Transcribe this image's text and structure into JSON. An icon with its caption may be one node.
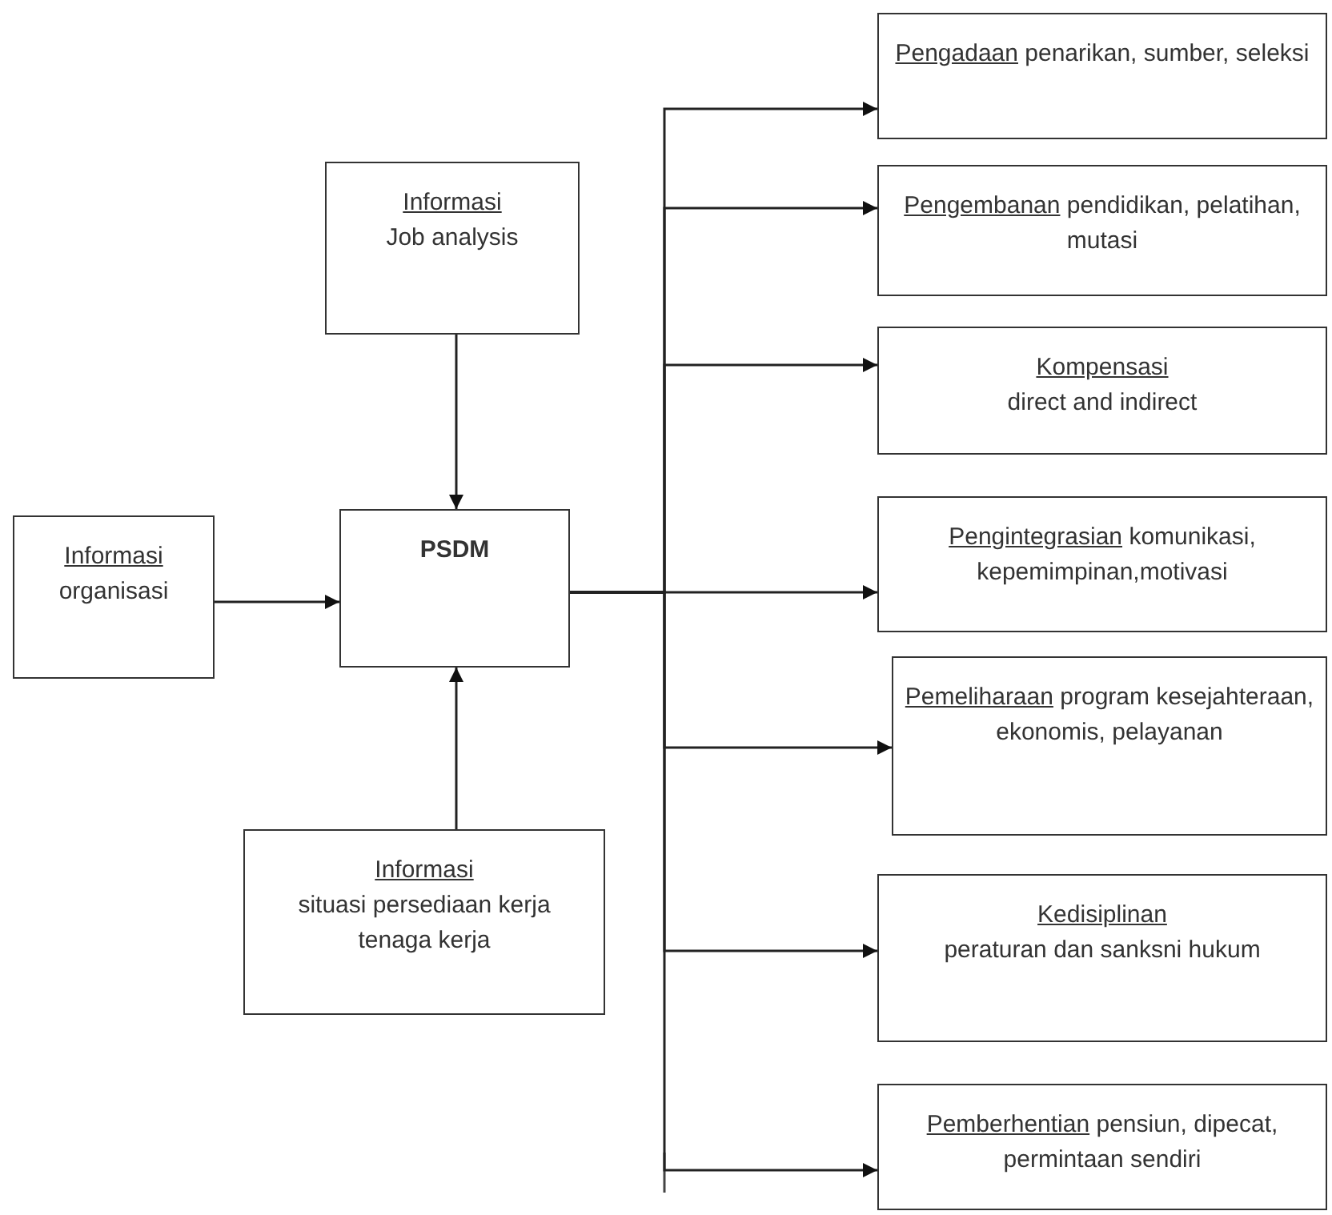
{
  "diagram": {
    "nodes": [
      {
        "text": [
          "Informasi",
          "Job analysis"
        ]
      },
      {
        "text": [
          "Informasi",
          "organisasi"
        ]
      },
      {
        "text": [
          "PSDM"
        ]
      },
      {
        "text": [
          "Informasi",
          "situasi persediaan kerja tenaga kerja"
        ]
      },
      {
        "text": [
          "Pengadaan",
          "penarikan, sumber, seleksi"
        ]
      },
      {
        "text": [
          "Pengembanan",
          "pendidikan, pelatihan, mutasi"
        ]
      },
      {
        "text": [
          "Kompensasi",
          "direct and indirect"
        ]
      },
      {
        "text": [
          "Pengintegrasian",
          "komunikasi, kepemimpinan,motivasi"
        ]
      },
      {
        "text": [
          "Pemeliharaan",
          "program kesejahteraan, ekonomis, pelayanan"
        ]
      },
      {
        "text": [
          "Kedisiplinan",
          "peraturan dan sanksni hukum"
        ]
      },
      {
        "text": [
          "Pemberhentian",
          "pensiun, dipecat, permintaan sendiri"
        ]
      }
    ],
    "edges": [
      {
        "from": 0,
        "to": 2,
        "arrow": "to"
      },
      {
        "from": 1,
        "to": 2,
        "arrow": "to"
      },
      {
        "from": 3,
        "to": 2,
        "arrow": "to"
      },
      {
        "from": 2,
        "to": 4,
        "arrow": "to"
      },
      {
        "from": 2,
        "to": 5,
        "arrow": "to"
      },
      {
        "from": 2,
        "to": 6,
        "arrow": "to"
      },
      {
        "from": 2,
        "to": 7,
        "arrow": "to"
      },
      {
        "from": 2,
        "to": 8,
        "arrow": "to"
      },
      {
        "from": 2,
        "to": 9,
        "arrow": "to"
      },
      {
        "from": 2,
        "to": 10,
        "arrow": "to"
      }
    ]
  }
}
